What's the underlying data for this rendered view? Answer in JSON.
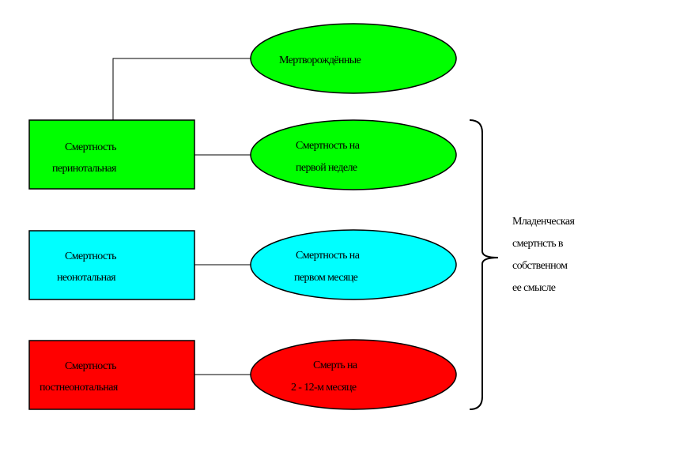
{
  "colors": {
    "green": "#00ff00",
    "cyan": "#00ffff",
    "red": "#ff0000",
    "stroke": "#000000"
  },
  "stillbirth": {
    "line1": "Мертворождённые"
  },
  "rows": [
    {
      "rect": {
        "line1": "Смертность",
        "line2": "перинотальная"
      },
      "ellipse": {
        "line1": "Смертность на",
        "line2": "первой неделе"
      }
    },
    {
      "rect": {
        "line1": "Смертность",
        "line2": "неонотальная"
      },
      "ellipse": {
        "line1": "Смертность на",
        "line2": "первом месяце"
      }
    },
    {
      "rect": {
        "line1": "Смертность",
        "line2": "постнеонотальная"
      },
      "ellipse": {
        "line1": "Смерть на",
        "line2": "2 - 12-м месяце"
      }
    }
  ],
  "brace_label": {
    "lines": [
      "Младенческая",
      "смертнсть в",
      "собственном",
      "ее смысле"
    ]
  }
}
